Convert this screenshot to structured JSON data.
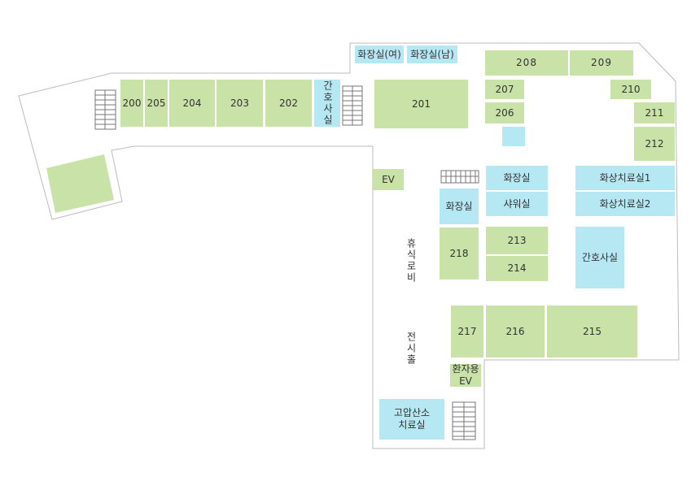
{
  "floor_map": {
    "rooms": {
      "r200": "200",
      "r205": "205",
      "r204": "204",
      "r203": "203",
      "r202": "202",
      "r201": "201",
      "r207": "207",
      "r206": "206",
      "r208": "208",
      "r209": "209",
      "r210": "210",
      "r211": "211",
      "r212": "212",
      "r213": "213",
      "r214": "214",
      "r215": "215",
      "r216": "216",
      "r217": "217",
      "r218": "218"
    },
    "facilities": {
      "restroom_women": "화장실(여)",
      "restroom_men": "화장실(남)",
      "nurse_station_west": "간호사실",
      "restroom_center": "화장실",
      "shower_room": "샤워실",
      "restroom_lobby": "화장실",
      "burn_treatment_1": "화상치료실1",
      "burn_treatment_2": "화상치료실2",
      "nurse_station_east": "간호사실",
      "elevator": "EV",
      "patient_elevator": "환자용\nEV",
      "hyperbaric_room": "고압산소\n치료실",
      "lounge": "휴식로비",
      "exhibition_hall": "전시홀"
    },
    "colors": {
      "room": "#c9e2a8",
      "facility": "#b6e8f4",
      "outline": "#bbbbbb"
    }
  }
}
